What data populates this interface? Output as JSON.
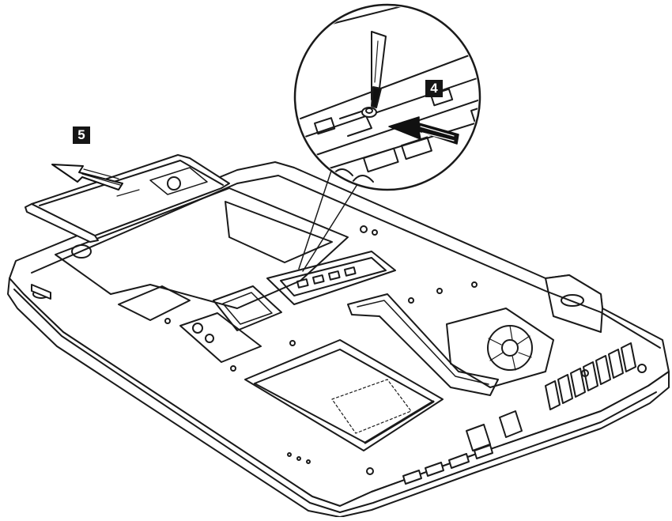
{
  "figure": {
    "steps": [
      {
        "number": "4",
        "action": "remove-screw"
      },
      {
        "number": "5",
        "action": "slide-out-optical-drive"
      }
    ],
    "colors": {
      "line": "#1a1a1a",
      "fill": "#ffffff",
      "shade": "#e6e6e6",
      "dark": "#111111"
    }
  }
}
